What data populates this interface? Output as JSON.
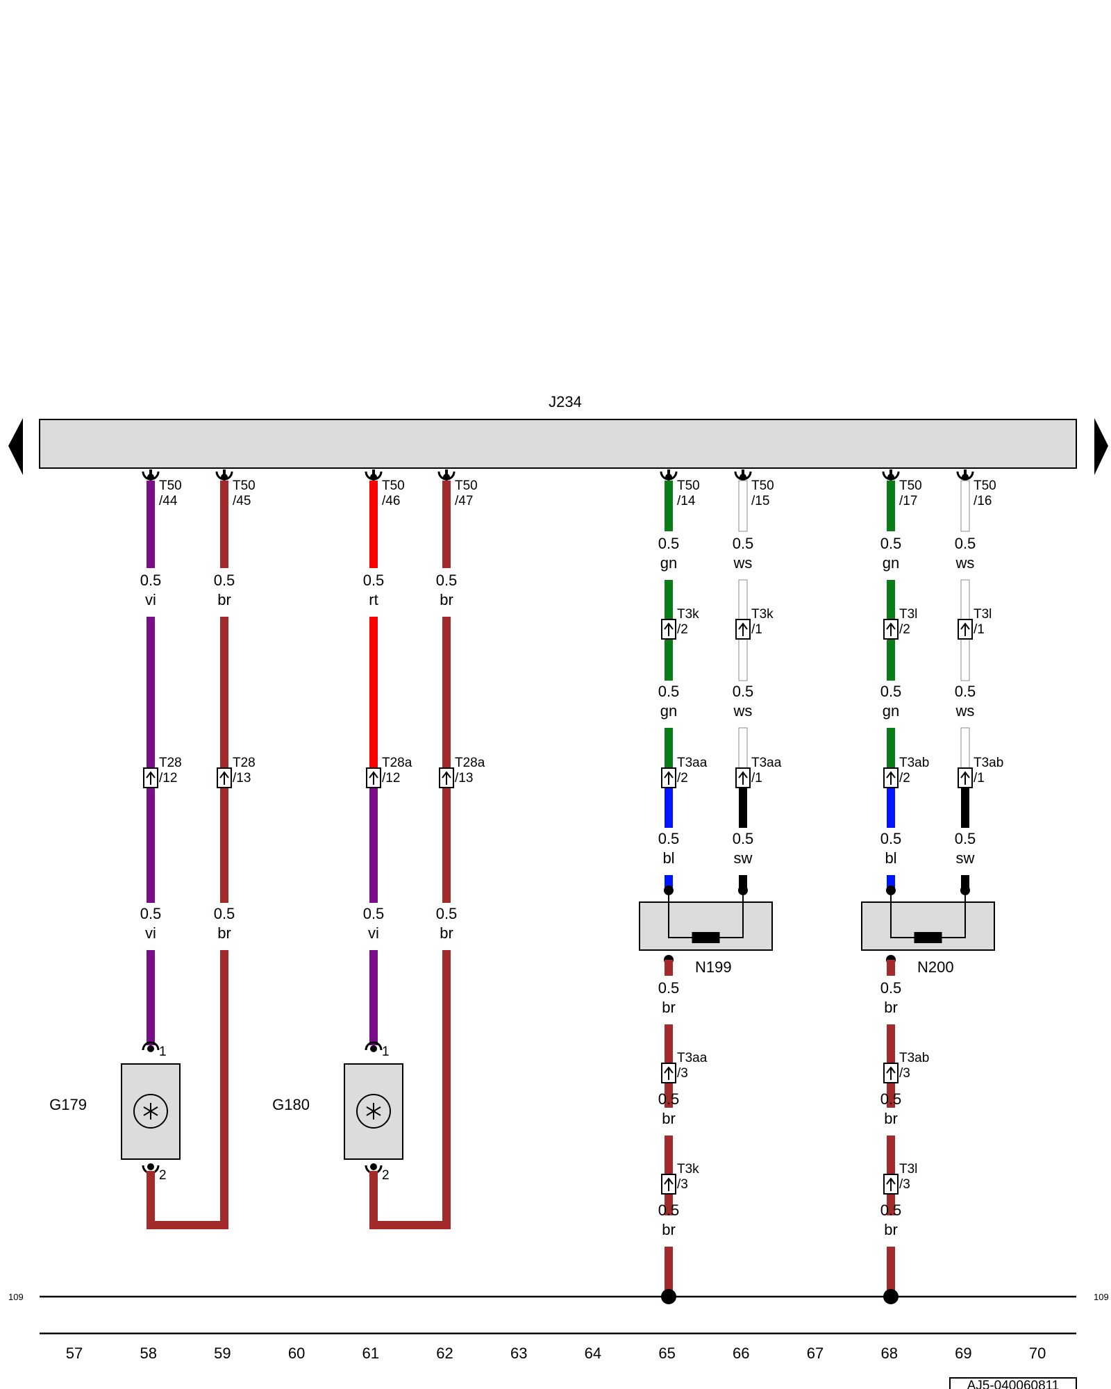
{
  "control_unit": {
    "name": "J234"
  },
  "ground_line": {
    "left_label": "109",
    "right_label": "109"
  },
  "ref_code": "AJ5-040060811",
  "grid": {
    "numbers": [
      "57",
      "58",
      "59",
      "60",
      "61",
      "62",
      "63",
      "64",
      "65",
      "66",
      "67",
      "68",
      "69",
      "70"
    ]
  },
  "colors": {
    "vi": "#7a0e88",
    "br": "#a32b2b",
    "rt": "#ff0000",
    "gn": "#0b7d18",
    "ws": "#ffffff",
    "bl": "#0015ff",
    "sw": "#000000",
    "housing": "#dcdcdc"
  },
  "wires": [
    {
      "id": "w44",
      "conn": {
        "top": "T50",
        "bottom": "/44"
      },
      "segments": [
        {
          "color": "vi",
          "size": "0.5",
          "code": "vi"
        },
        {
          "color": "vi",
          "size": "0.5",
          "code": "vi"
        }
      ],
      "splice": {
        "top": "T28",
        "bottom": "/12"
      },
      "end": {
        "pin": "1"
      }
    },
    {
      "id": "w45",
      "conn": {
        "top": "T50",
        "bottom": "/45"
      },
      "segments": [
        {
          "color": "br",
          "size": "0.5",
          "code": "br"
        },
        {
          "color": "br",
          "size": "0.5",
          "code": "br"
        }
      ],
      "splice": {
        "top": "T28",
        "bottom": "/13"
      }
    },
    {
      "id": "w46",
      "conn": {
        "top": "T50",
        "bottom": "/46"
      },
      "segments": [
        {
          "color": "rt",
          "size": "0.5",
          "code": "rt"
        },
        {
          "color": "vi",
          "size": "0.5",
          "code": "vi"
        }
      ],
      "splice": {
        "top": "T28a",
        "bottom": "/12"
      },
      "end": {
        "pin": "1"
      }
    },
    {
      "id": "w47",
      "conn": {
        "top": "T50",
        "bottom": "/47"
      },
      "segments": [
        {
          "color": "br",
          "size": "0.5",
          "code": "br"
        },
        {
          "color": "br",
          "size": "0.5",
          "code": "br"
        }
      ],
      "splice": {
        "top": "T28a",
        "bottom": "/13"
      }
    },
    {
      "id": "w14",
      "conn": {
        "top": "T50",
        "bottom": "/14"
      },
      "labels": [
        {
          "size": "0.5",
          "code": "gn"
        },
        {
          "size": "0.5",
          "code": "gn"
        },
        {
          "size": "0.5",
          "code": "bl"
        }
      ],
      "splices": [
        {
          "top": "T3k",
          "bottom": "/2"
        },
        {
          "top": "T3aa",
          "bottom": "/2"
        }
      ]
    },
    {
      "id": "w15",
      "conn": {
        "top": "T50",
        "bottom": "/15"
      },
      "labels": [
        {
          "size": "0.5",
          "code": "ws"
        },
        {
          "size": "0.5",
          "code": "ws"
        },
        {
          "size": "0.5",
          "code": "sw"
        }
      ],
      "splices": [
        {
          "top": "T3k",
          "bottom": "/1"
        },
        {
          "top": "T3aa",
          "bottom": "/1"
        }
      ]
    },
    {
      "id": "w17",
      "conn": {
        "top": "T50",
        "bottom": "/17"
      },
      "labels": [
        {
          "size": "0.5",
          "code": "gn"
        },
        {
          "size": "0.5",
          "code": "gn"
        },
        {
          "size": "0.5",
          "code": "bl"
        }
      ],
      "splices": [
        {
          "top": "T3l",
          "bottom": "/2"
        },
        {
          "top": "T3ab",
          "bottom": "/2"
        }
      ]
    },
    {
      "id": "w16",
      "conn": {
        "top": "T50",
        "bottom": "/16"
      },
      "labels": [
        {
          "size": "0.5",
          "code": "ws"
        },
        {
          "size": "0.5",
          "code": "ws"
        },
        {
          "size": "0.5",
          "code": "sw"
        }
      ],
      "splices": [
        {
          "top": "T3l",
          "bottom": "/1"
        },
        {
          "top": "T3ab",
          "bottom": "/1"
        }
      ]
    }
  ],
  "sensors": [
    {
      "id": "g179",
      "name": "G179",
      "pin_top": "1",
      "pin_bottom": "2"
    },
    {
      "id": "g180",
      "name": "G180",
      "pin_top": "1",
      "pin_bottom": "2"
    }
  ],
  "valves": [
    {
      "id": "n199",
      "name": "N199",
      "labels": [
        {
          "size": "0.5",
          "code": "br"
        },
        {
          "size": "0.5",
          "code": "br"
        },
        {
          "size": "0.5",
          "code": "br"
        }
      ],
      "splices": [
        {
          "top": "T3aa",
          "bottom": "/3"
        },
        {
          "top": "T3k",
          "bottom": "/3"
        }
      ]
    },
    {
      "id": "n200",
      "name": "N200",
      "labels": [
        {
          "size": "0.5",
          "code": "br"
        },
        {
          "size": "0.5",
          "code": "br"
        },
        {
          "size": "0.5",
          "code": "br"
        }
      ],
      "splices": [
        {
          "top": "T3ab",
          "bottom": "/3"
        },
        {
          "top": "T3l",
          "bottom": "/3"
        }
      ]
    }
  ]
}
